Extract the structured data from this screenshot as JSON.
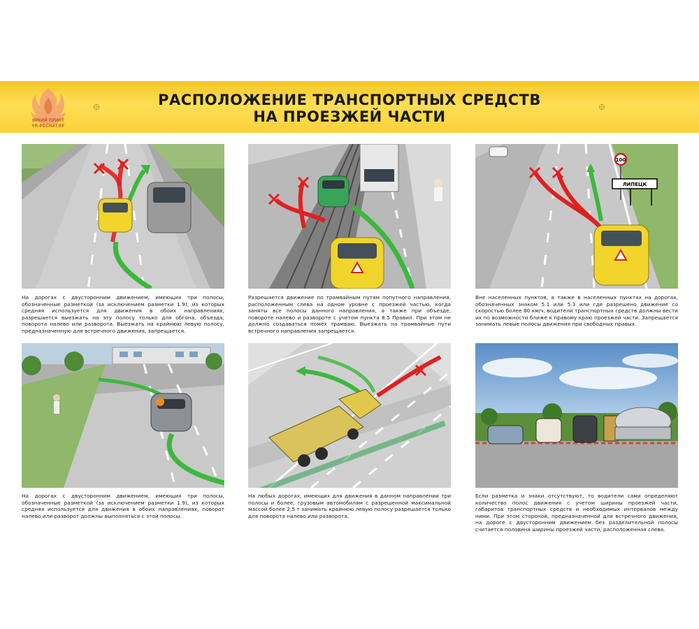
{
  "header": {
    "title_line1": "РАСПОЛОЖЕНИЕ ТРАНСПОРТНЫХ СРЕДСТВ",
    "title_line2": "НА ПРОЕЗЖЕЙ ЧАСТИ",
    "logo_line1": "ЯРКИЙ ПРИНТ",
    "logo_line2": "YR-PECHAT.RF"
  },
  "panels": [
    {
      "caption": "На дорогах с двусторонним движением, имеющих три полосы, обозначенные разметкой (за исключением разметки 1.9), из которых средняя используется для движения в обоих направлениях, разрешается выезжать на эту полосу только для обгона, объезда, поворота налево или разворота. Выезжать на крайнюю левую полосу, предназначенную для встречного движения, запрещается."
    },
    {
      "caption": "Разрешается движение по трамвайным путям попутного направления, расположенным слева на одном уровне с проезжей частью, когда заняты все полосы данного направления, а также при объезде, повороте налево и развороте с учетом пункта 8.5 Правил. При этом не должно создаваться помех трамваю. Выезжать на трамвайные пути встречного направления запрещается."
    },
    {
      "caption": "Вне населенных пунктов, а также в населенных пунктах на дорогах, обозначенных знаком 5.1 или 5.3 или где разрешено движение со скоростью более 80 км/ч, водители транспортных средств должны вести их по возможности ближе к правому краю проезжей части. Запрещается занимать левые полосы движения при свободных правых.",
      "sign_speed": "100",
      "sign_town": "ЛИПЕЦК"
    },
    {
      "caption": "На дорогах с двусторонним движением, имеющих три полосы, обозначенные разметкой (за исключением разметки 1.9), из которых средняя используется для движения в обоих направлениях, поворот налево или разворот должны выполняться с этой полосы."
    },
    {
      "caption": "На любых дорогах, имеющих для движения в данном направлении три полосы и более, грузовым автомобилям с разрешенной максимальной массой более 2,5 т занимать крайнюю левую полосу разрешается только для поворота налево или разворота."
    },
    {
      "caption": "Если разметка и знаки отсутствуют, то водители сами определяют количество полос движения с учетом ширины проезжей части, габаритов транспортных средств и необходимых интервалов между ними. При этом стороной, предназначенной для встречного движения, на дороге с двусторонним движением без разделительной полосы считается половина ширины проезжей части, расположенная слева."
    }
  ],
  "colors": {
    "banner": "#fbd13a",
    "allowed_arrow": "#3cb83c",
    "forbidden_arrow": "#e02020",
    "car_yellow": "#f1d52a"
  }
}
